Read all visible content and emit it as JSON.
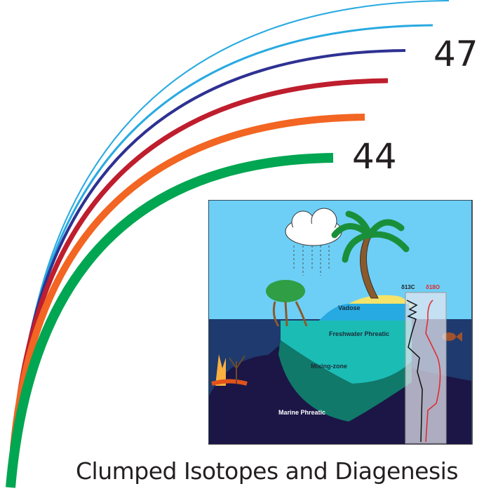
{
  "labels": {
    "top_mass": "47",
    "bottom_mass": "44",
    "title": "Clumped Isotopes and Diagenesis"
  },
  "diagram": {
    "zones": {
      "vadose": "Vadose",
      "freshwater": "Freshwater Phreatic",
      "mixing": "Mixing-zone",
      "marine": "Marine Phreatic"
    },
    "carbon_label": "δ13C",
    "oxygen_label": "δ18O"
  },
  "colors": {
    "arc_1": "#29aae1",
    "arc_2": "#29aae1",
    "arc_3": "#2e3192",
    "arc_4": "#be1e2d",
    "arc_5": "#f26522",
    "arc_6": "#00a651",
    "sky": "#6dcff6",
    "sea": "#1e3a6e",
    "deep": "#1b1646"
  }
}
